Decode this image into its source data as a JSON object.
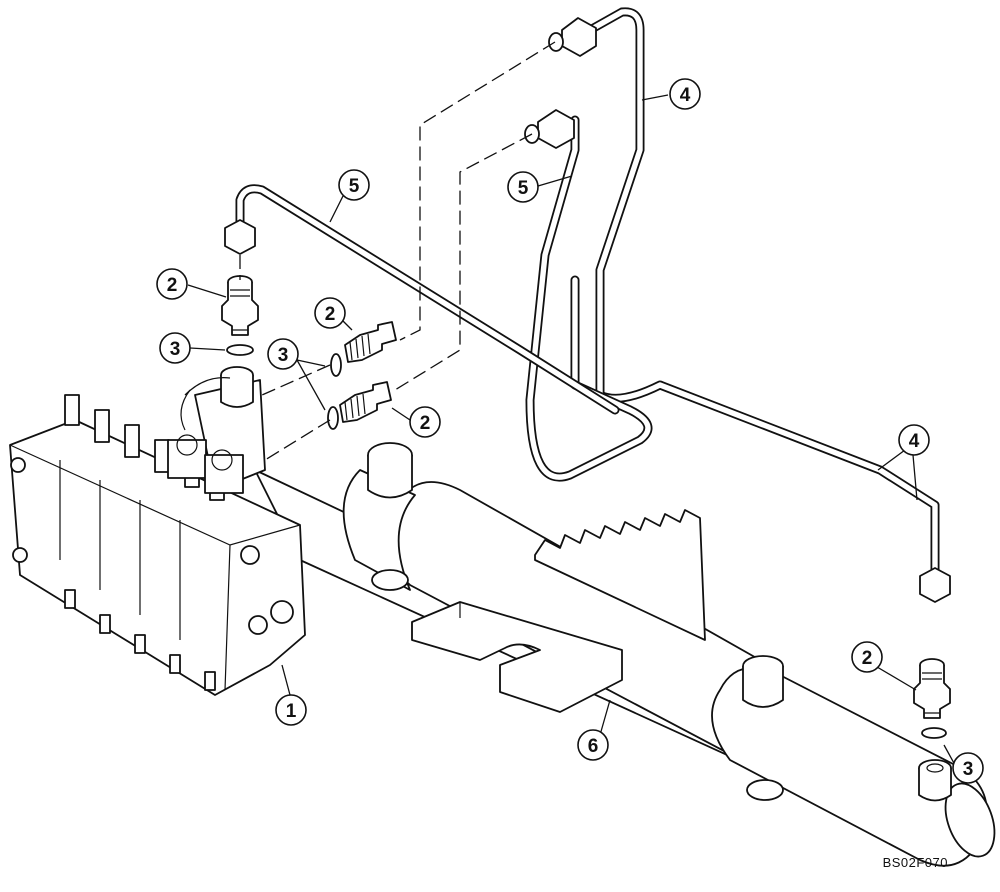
{
  "callouts": [
    {
      "id": "c1",
      "label": "1"
    },
    {
      "id": "c2a",
      "label": "2"
    },
    {
      "id": "c2b",
      "label": "2"
    },
    {
      "id": "c2c",
      "label": "2"
    },
    {
      "id": "c2d",
      "label": "2"
    },
    {
      "id": "c3a",
      "label": "3"
    },
    {
      "id": "c3b",
      "label": "3"
    },
    {
      "id": "c3c",
      "label": "3"
    },
    {
      "id": "c4a",
      "label": "4"
    },
    {
      "id": "c4b",
      "label": "4"
    },
    {
      "id": "c5a",
      "label": "5"
    },
    {
      "id": "c5b",
      "label": "5"
    },
    {
      "id": "c6",
      "label": "6"
    }
  ],
  "reference_code": "BS02F070"
}
